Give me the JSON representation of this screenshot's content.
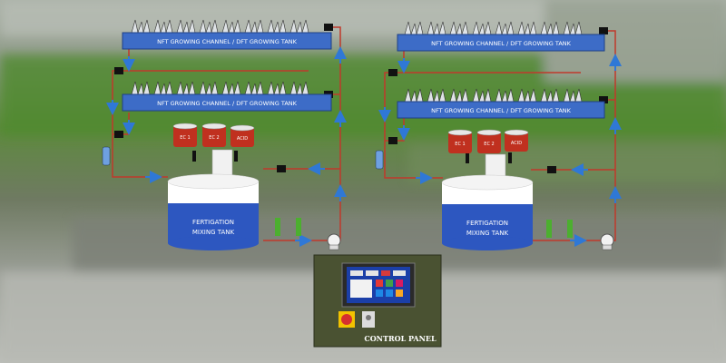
{
  "system_left": {
    "upper_channel_label": "NFT GROWING CHANNEL / DFT GROWING TANK",
    "lower_channel_label": "NFT GROWING CHANNEL / DFT GROWING TANK",
    "tank_label_line1": "FERTIGATION",
    "tank_label_line2": "MIXING TANK",
    "drums": [
      "EC 1",
      "EC 2",
      "ACID"
    ]
  },
  "system_right": {
    "upper_channel_label": "NFT GROWING CHANNEL / DFT GROWING TANK",
    "lower_channel_label": "NFT GROWING CHANNEL / DFT GROWING TANK",
    "tank_label_line1": "FERTIGATION",
    "tank_label_line2": "MIXING TANK",
    "drums": [
      "EC 1",
      "EC 2",
      "ACID"
    ]
  },
  "control_panel": {
    "label": "CONTROL PANEL"
  },
  "colors": {
    "channel_fill": "#3d6cc7",
    "tank_fill": "#2d57c0",
    "pipe": "#c0392b",
    "arrow": "#2f78d6",
    "drum": "#c0301f",
    "panel_bg": "#4a5232"
  }
}
